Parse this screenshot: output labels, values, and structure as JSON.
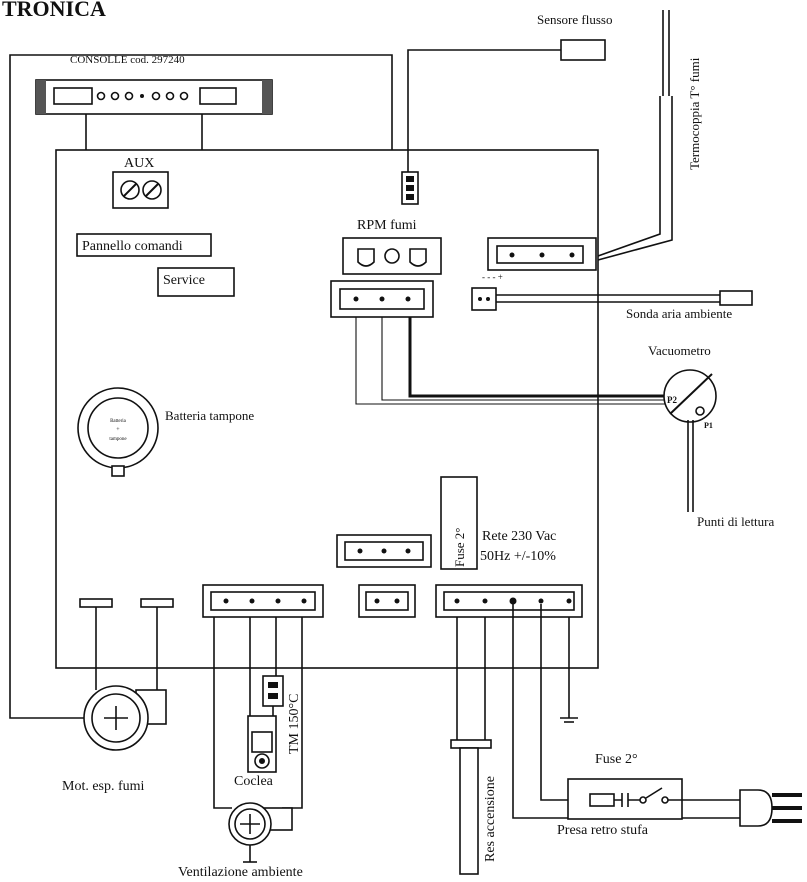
{
  "title": "TRONICA",
  "labels": {
    "consolle": "CONSOLLE cod. 297240",
    "aux": "AUX",
    "pannello": "Pannello comandi",
    "service": "Service",
    "rpm": "RPM fumi",
    "sensore": "Sensore flusso",
    "termocoppia": "Termocoppia T° fumi",
    "sonda": "Sonda aria ambiente",
    "vacuometro": "Vacuometro",
    "p2": "P2",
    "p1": "P1",
    "punti": "Punti di lettura",
    "batteria": "Batteria tampone",
    "fuse_v": "Fuse 2°",
    "rete1": "Rete 230 Vac",
    "rete2": "50Hz +/-10%",
    "tm": "TM 150°C",
    "coclea": "Coclea",
    "mot": "Mot. esp. fumi",
    "ventilazione": "Ventilazione ambiente",
    "res": "Res accensione",
    "fuse2": "Fuse 2°",
    "presa": "Presa retro stufa",
    "polarity": "- - - +"
  }
}
